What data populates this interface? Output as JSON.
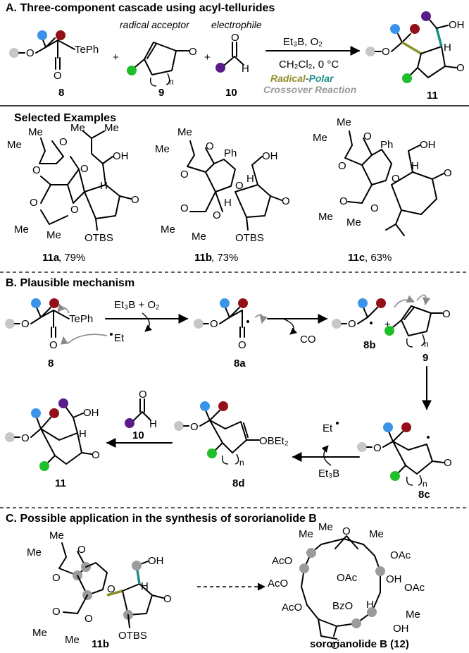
{
  "colors": {
    "light_blue": "#3a93e8",
    "dark_red": "#941018",
    "purple": "#5a1c8a",
    "green": "#1fbf2c",
    "grey": "#c7c7c7",
    "olive": "#8f8f2a",
    "teal": "#1b8f8a",
    "shadow": "#9b9b9b",
    "arrow_grey": "#8a8a8a"
  },
  "sectionA": {
    "title": "A. Three-component cascade using acyl-tellurides",
    "reagent1_label": "8",
    "reagent2_header": "radical acceptor",
    "reagent2_label": "9",
    "reagent3_header": "electrophile",
    "reagent3_label": "10",
    "product_label": "11",
    "cond_top": "Et₃B, O₂",
    "cond_bottom": "CH₂Cl₂, 0 °C",
    "crossover_radical": "Radical",
    "crossover_dash": "-",
    "crossover_polar": "Polar",
    "crossover_sub": "Crossover Reaction",
    "plus": "+",
    "atoms": {
      "TePh": "TePh",
      "O": "O",
      "H": "H",
      "OH": "OH",
      "n": "n"
    }
  },
  "examples": {
    "title": "Selected Examples",
    "items": [
      {
        "id": "11a",
        "yield": ", 79%"
      },
      {
        "id": "11b",
        "yield": ", 73%"
      },
      {
        "id": "11c",
        "yield": ", 63%"
      }
    ],
    "atoms": {
      "Me": "Me",
      "O": "O",
      "H": "H",
      "OH": "OH",
      "OTBS": "OTBS",
      "Ph": "Ph"
    }
  },
  "sectionB": {
    "title": "B. Plausible mechanism",
    "arrow1_reagent": "Et₃B + O₂",
    "et_radical": "Et",
    "co": "CO",
    "et3b": "Et₃B",
    "aldehyde_label": "10",
    "obet2": "OBEt₂",
    "labels": {
      "s8": "8",
      "s8a": "8a",
      "s8b": "8b",
      "s9": "9",
      "s8c": "8c",
      "s8d": "8d",
      "s11": "11"
    }
  },
  "sectionC": {
    "title": "C. Possible application in the synthesis of sororianolide B",
    "left_label": "11b",
    "right_label": "sororianolide B (12)",
    "atoms": {
      "AcO": "AcO",
      "OAc": "OAc",
      "BzO": "BzO",
      "OH": "OH",
      "Me": "Me",
      "H": "H",
      "O": "O"
    }
  }
}
